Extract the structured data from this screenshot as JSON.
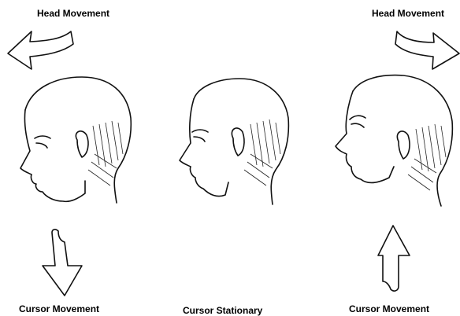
{
  "labels": {
    "head_movement_left": "Head Movement",
    "head_movement_right": "Head Movement",
    "cursor_movement_left": "Cursor Movement",
    "cursor_stationary": "Cursor Stationary",
    "cursor_movement_right": "Cursor Movement"
  },
  "icons": {
    "head_left_arrow": "arrow-left-icon",
    "head_right_arrow": "arrow-right-icon",
    "cursor_down_arrow": "arrow-down-icon",
    "cursor_up_arrow": "arrow-up-icon"
  },
  "colors": {
    "line": "#111111",
    "background": "#ffffff"
  }
}
